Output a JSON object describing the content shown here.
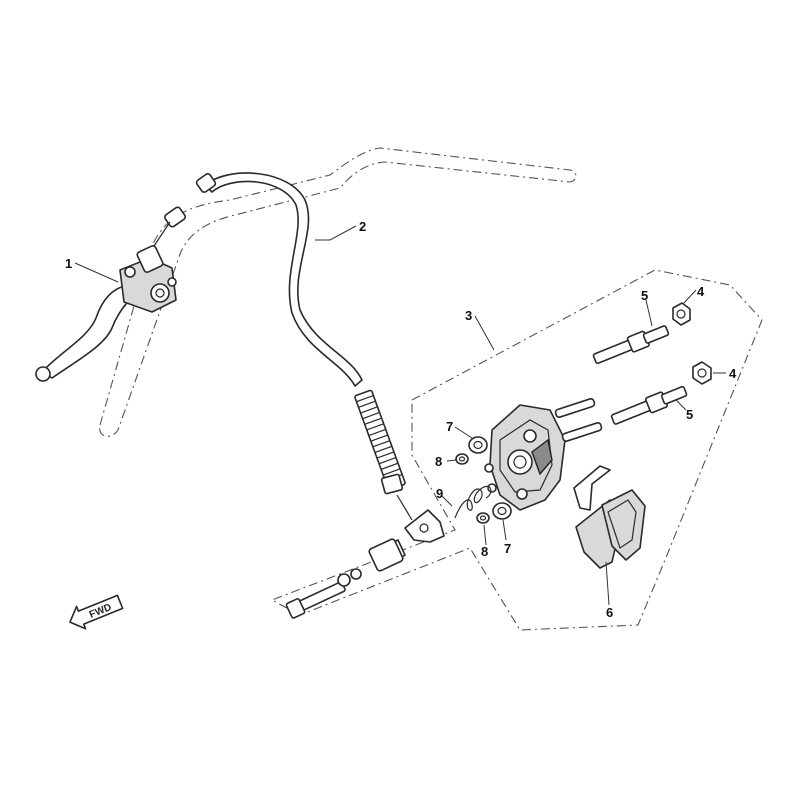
{
  "callouts": {
    "brake_lever": "1",
    "brake_cable": "2",
    "caliper_assembly": "3",
    "nut_upper": "4",
    "nut_lower": "4",
    "pin_upper": "5",
    "pin_lower": "5",
    "brake_pads": "6",
    "seal_upper": "7",
    "seal_lower": "7",
    "washer_upper": "8",
    "washer_lower": "8",
    "spring": "9"
  },
  "direction_marker": {
    "label": "FWD",
    "icon": "fwd-arrow-icon"
  }
}
